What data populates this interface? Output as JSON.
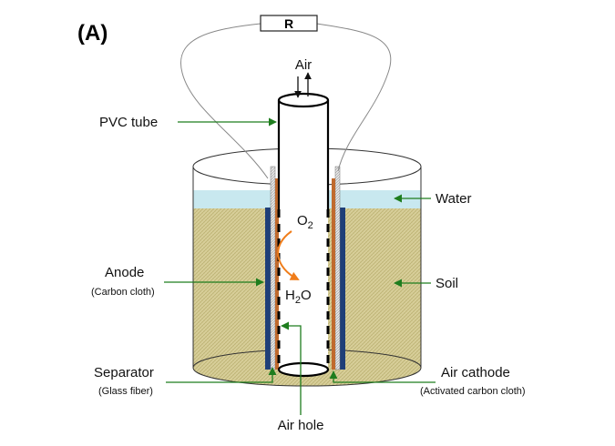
{
  "panel_label": "(A)",
  "resistor_label": "R",
  "labels": {
    "air": "Air",
    "pvc_tube": "PVC tube",
    "water": "Water",
    "o2_main": "O",
    "o2_sub": "2",
    "h2o_h": "H",
    "h2o_sub": "2",
    "h2o_o": "O",
    "anode": "Anode",
    "anode_sub": "(Carbon cloth)",
    "soil": "Soil",
    "separator": "Separator",
    "separator_sub": "(Glass fiber)",
    "air_cathode": "Air cathode",
    "air_cathode_sub": "(Activated carbon cloth)",
    "air_hole": "Air hole"
  },
  "colors": {
    "soil": "#d9cf9c",
    "water": "#c8e8ef",
    "anode": "#1f3f78",
    "cathode": "#c06a2e",
    "separator": "#d0d0d0",
    "arrow_o2": "#f07d1a",
    "leader": "#1e7d1e",
    "wire": "#888888"
  }
}
